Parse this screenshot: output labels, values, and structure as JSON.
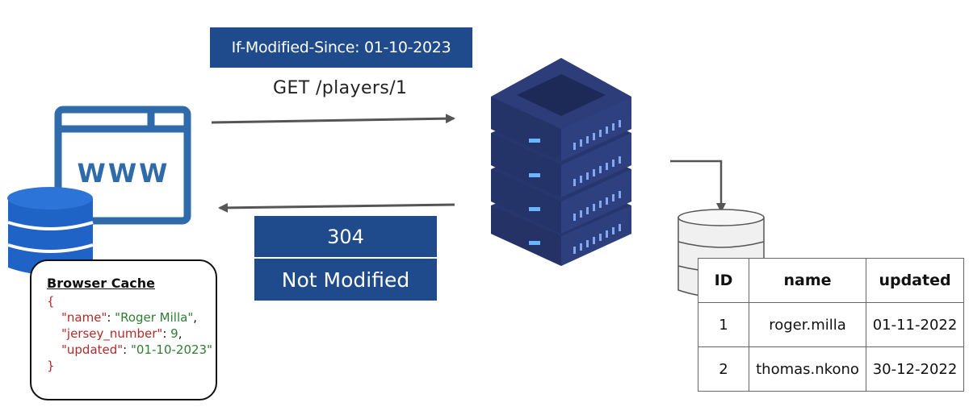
{
  "request": {
    "header": "If-Modified-Since: 01-10-2023",
    "method_path": "GET /players/1"
  },
  "response": {
    "code": "304",
    "status": "Not Modified"
  },
  "client": {
    "www_label": "WWW",
    "cache_title": "Browser Cache",
    "cache_open": "{",
    "cache_close": "}",
    "cache_entries": [
      {
        "key": "\"name\"",
        "value": "\"Roger Milla\"",
        "sep": ","
      },
      {
        "key": "\"jersey_number\"",
        "value": "9",
        "sep": ","
      },
      {
        "key": "\"updated\"",
        "value": "\"01-10-2023\"",
        "sep": ""
      }
    ]
  },
  "database": {
    "headers": [
      "ID",
      "name",
      "updated"
    ],
    "rows": [
      [
        "1",
        "roger.milla",
        "01-11-2022"
      ],
      [
        "2",
        "thomas.nkono",
        "30-12-2022"
      ]
    ]
  },
  "colors": {
    "primary": "#1f4a8c",
    "browser_blue": "#2f6aaa",
    "db_blue": "#1f63c6",
    "server_dark": "#27366e",
    "arrow": "#555555",
    "json_key": "#b22a2a",
    "json_value": "#2e7d32"
  },
  "icons": {
    "browser": "browser-window-icon",
    "client_db": "database-icon",
    "server": "server-stack-icon",
    "server_db": "database-icon"
  }
}
